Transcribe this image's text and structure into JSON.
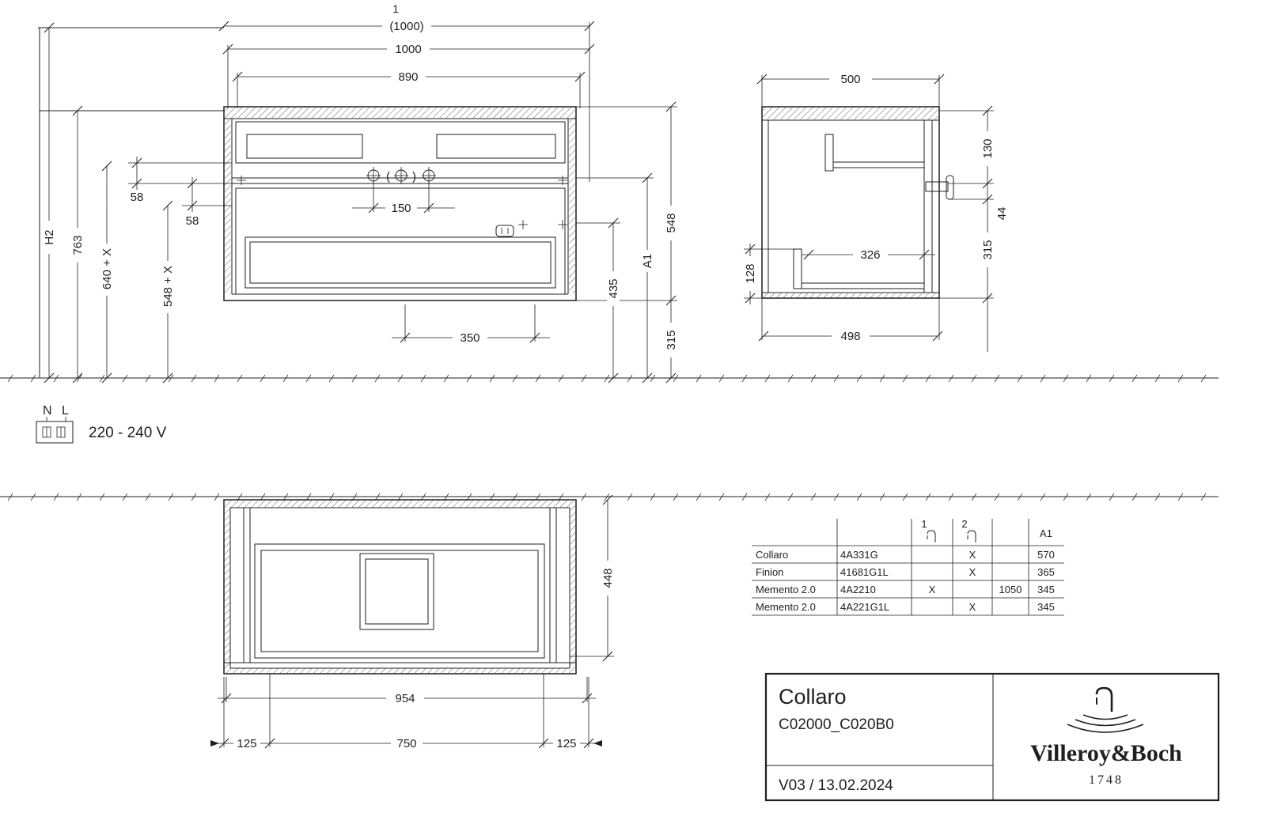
{
  "drawing": {
    "ref_marker": "1",
    "front": {
      "w_outer": "(1000)",
      "w_basin": "1000",
      "w_890": "890",
      "tap_150": "150",
      "gap1": "58",
      "gap2": "58",
      "d350": "350",
      "h2": "H2",
      "h763": "763",
      "h640x": "640 + X",
      "h548x": "548 + X",
      "h548": "548",
      "h315": "315",
      "h435": "435",
      "hA1": "A1",
      "paren_l": "(",
      "paren_r": ")"
    },
    "side": {
      "w500": "500",
      "w498": "498",
      "d326": "326",
      "h130": "130",
      "h44": "44",
      "h315": "315",
      "h128": "128"
    },
    "bottom": {
      "w954": "954",
      "m125l": "125",
      "m750": "750",
      "m125r": "125",
      "d448": "448"
    }
  },
  "power": {
    "n": "N",
    "l": "L",
    "voltage": "220 - 240 V"
  },
  "table": {
    "col1_icon_label": "1",
    "col2_icon_label": "2",
    "a1_header": "A1",
    "rows": [
      {
        "name": "Collaro",
        "article": "4A331G",
        "hole1": "",
        "hole2": "X",
        "width": "",
        "a1": "570"
      },
      {
        "name": "Finion",
        "article": "41681G1L",
        "hole1": "",
        "hole2": "X",
        "width": "",
        "a1": "365"
      },
      {
        "name": "Memento 2.0",
        "article": "4A2210",
        "hole1": "X",
        "hole2": "",
        "width": "1050",
        "a1": "345"
      },
      {
        "name": "Memento 2.0",
        "article": "4A221G1L",
        "hole1": "",
        "hole2": "X",
        "width": "",
        "a1": "345"
      }
    ]
  },
  "title_block": {
    "product": "Collaro",
    "code": "C02000_C020B0",
    "version": "V03 / 13.02.2024",
    "brand": "Villeroy&Boch",
    "year": "1748"
  },
  "colors": {
    "line": "#1f1f1f",
    "bg": "#ffffff"
  }
}
